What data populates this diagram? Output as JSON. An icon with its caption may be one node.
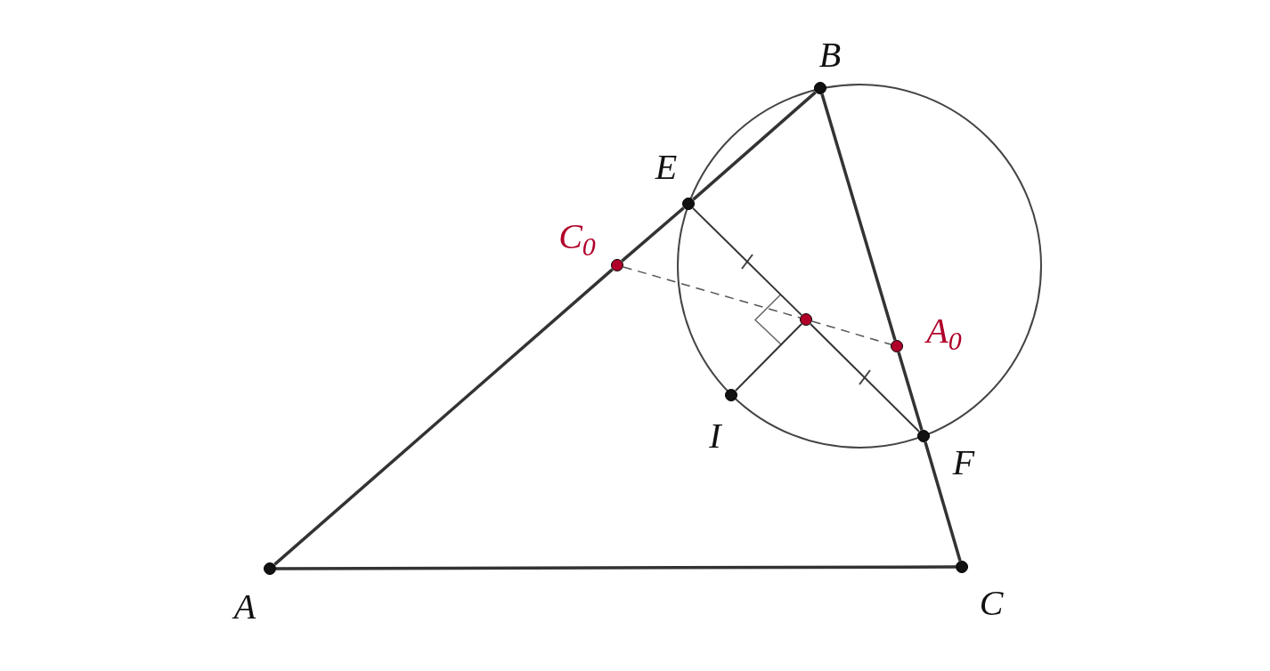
{
  "diagram": {
    "nodes": [
      {
        "text": [],
        "shape": "circle",
        "beside": [
          "A"
        ]
      },
      {
        "text": [],
        "shape": "circle",
        "beside": [
          "B"
        ]
      },
      {
        "text": [],
        "shape": "circle",
        "beside": [
          "C"
        ]
      },
      {
        "text": [],
        "shape": "circle",
        "beside": [
          "E"
        ]
      },
      {
        "text": [],
        "shape": "circle",
        "beside": [
          "C$_{0}$"
        ]
      },
      {
        "text": [],
        "shape": "circle",
        "beside": [
          "A$_{0}$"
        ]
      },
      {
        "text": [],
        "shape": "circle",
        "beside": [
          "I"
        ]
      },
      {
        "text": [],
        "shape": "circle",
        "beside": [
          "F"
        ]
      },
      {
        "text": [],
        "shape": "circle"
      }
    ],
    "edges": [
      {
        "from": 0,
        "to": 4,
        "arrow": "none"
      },
      {
        "from": 4,
        "to": 3,
        "arrow": "none"
      },
      {
        "from": 3,
        "to": 1,
        "arrow": "none"
      },
      {
        "from": 1,
        "to": 5,
        "arrow": "none"
      },
      {
        "from": 5,
        "to": 7,
        "arrow": "none"
      },
      {
        "from": 7,
        "to": 2,
        "arrow": "none"
      },
      {
        "from": 0,
        "to": 2,
        "arrow": "none"
      },
      {
        "from": 3,
        "to": 8,
        "arrow": "none"
      },
      {
        "from": 8,
        "to": 7,
        "arrow": "none"
      },
      {
        "from": 4,
        "to": 8,
        "arrow": "none",
        "style": "dashed"
      },
      {
        "from": 8,
        "to": 5,
        "arrow": "none",
        "style": "dashed"
      },
      {
        "from": 6,
        "to": 8,
        "arrow": "none"
      }
    ]
  }
}
